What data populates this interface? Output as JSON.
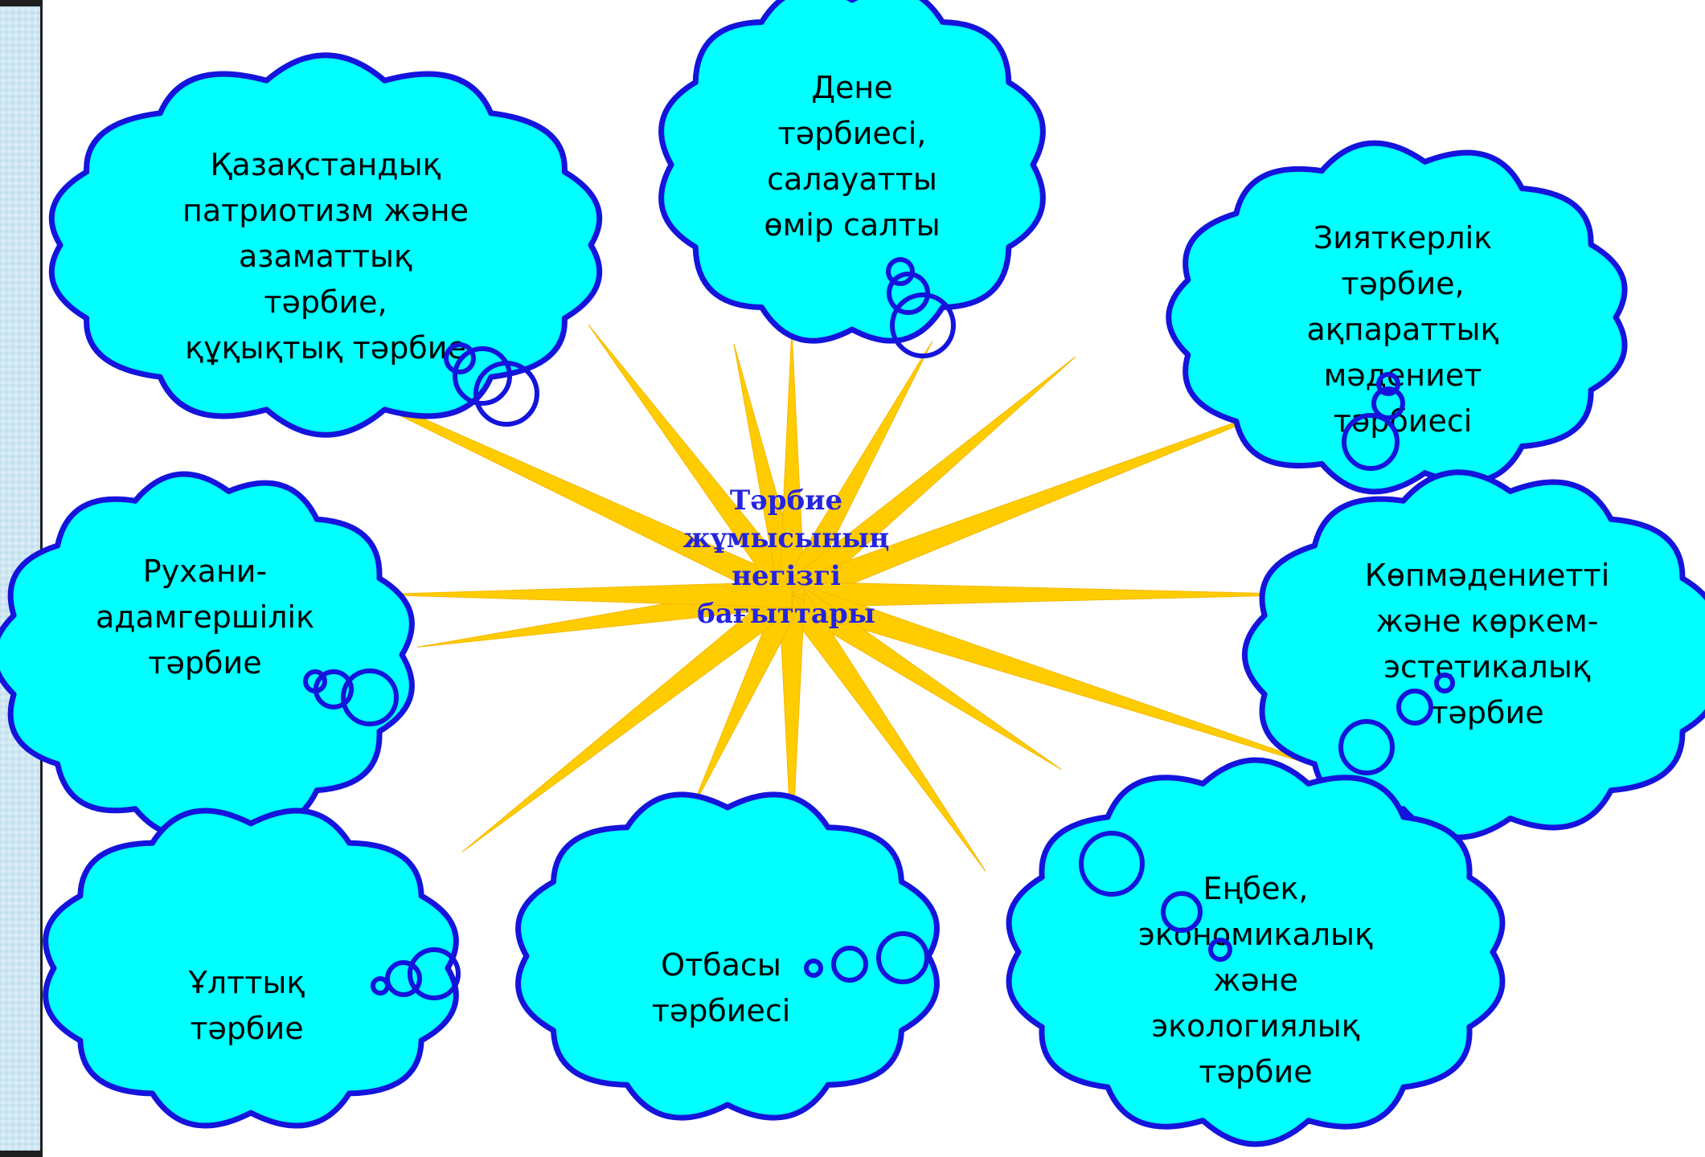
{
  "center": {
    "title": "Тәрбие\nжұмысының\nнегізгі\nбағыттары"
  },
  "clouds": [
    {
      "id": "patriotism",
      "text": "Қазақстандық\nпатриотизм және\nазаматтық тәрбие,\nқұқықтық тәрбие"
    },
    {
      "id": "physical",
      "text": "Дене\nтәрбиесі,\nсалауатты\nөмір салты"
    },
    {
      "id": "intellectual",
      "text": "Зияткерлік\nтәрбие,\nақпараттық\nмәдениет\nтәрбиесі"
    },
    {
      "id": "spiritual",
      "text": "Рухани-\nадамгершілік\nтәрбие"
    },
    {
      "id": "multicultural",
      "text": "Көпмәдениетті\nжәне көркем-\nэстетикалық\nтәрбие"
    },
    {
      "id": "national",
      "text": "Ұлттық\nтәрбие"
    },
    {
      "id": "family",
      "text": "Отбасы\nтәрбиесі"
    },
    {
      "id": "labor",
      "text": "Еңбек,\nэкономикалық\nжәне\nэкологиялық\nтәрбие"
    }
  ],
  "colors": {
    "cloud_fill": "#00ffff",
    "cloud_stroke": "#1414dc",
    "ray_fill": "#ffcc00",
    "title_color": "#2424e0"
  }
}
